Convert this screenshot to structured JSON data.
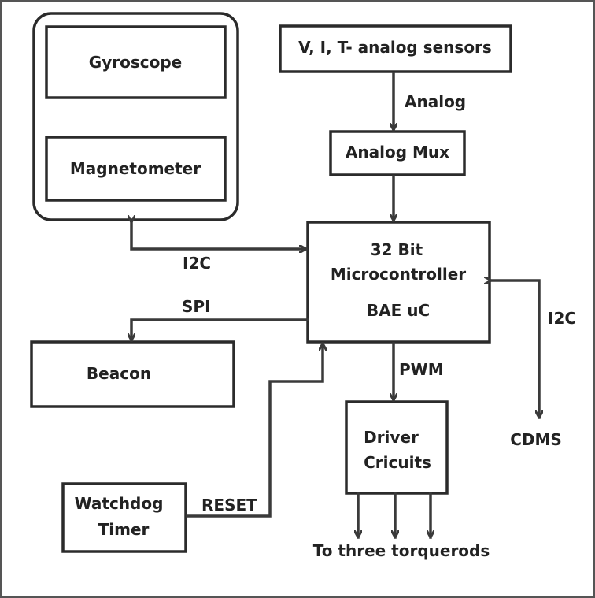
{
  "blocks": {
    "gyroscope": "Gyroscope",
    "magnetometer": "Magnetometer",
    "analog_sensors": "V, I, T-  analog sensors",
    "analog_mux": "Analog Mux",
    "microcontroller_line1": "32 Bit",
    "microcontroller_line2": "Microcontroller",
    "microcontroller_line3": "BAE uC",
    "beacon": "Beacon",
    "driver_line1": "Driver",
    "driver_line2": "Cricuits",
    "watchdog_line1": "Watchdog",
    "watchdog_line2": "Timer",
    "cdms": "CDMS"
  },
  "signals": {
    "analog": "Analog",
    "i2c_sensors": "I2C",
    "spi": "SPI",
    "i2c_cdms": "I2C",
    "pwm": "PWM",
    "reset": "RESET",
    "torquerods": "To three torquerods"
  },
  "colors": {
    "line": "#3a3a3a",
    "text": "#222222",
    "background": "#ffffff"
  }
}
